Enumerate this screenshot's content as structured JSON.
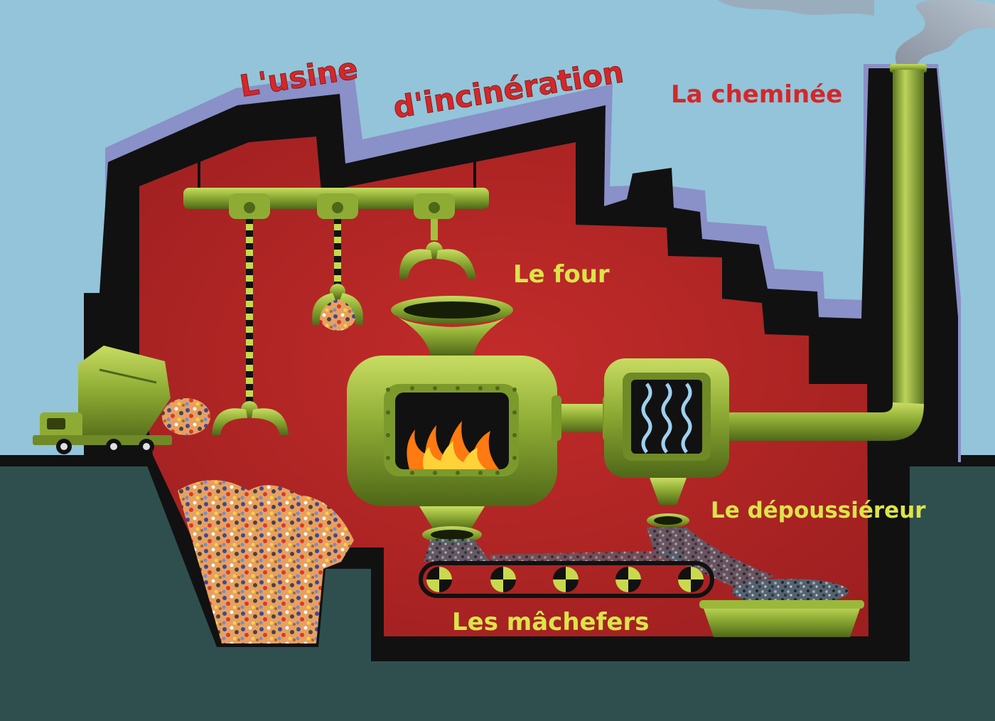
{
  "title": {
    "line1": "L'usine",
    "line2": "d'incinération"
  },
  "labels": {
    "chimney": "La cheminée",
    "furnace": "Le four",
    "dust_remover": "Le dépoussiéreur",
    "bottom_ash": "Les mâchefers"
  },
  "colors": {
    "sky": "#93c4d9",
    "ground": "#2f4f4f",
    "building_interior": "#b8282a",
    "building_outline": "#111111",
    "building_shadow": "#8a90c8",
    "machine_green": "#8aa832",
    "title_red": "#d3282a",
    "label_yellow": "#dce44a",
    "fire": "#ff7a10"
  },
  "icons": [
    "garbage-truck-icon",
    "crane-claw-icon",
    "furnace-icon",
    "flame-icon",
    "filter-icon",
    "conveyor-belt-icon",
    "chimney-icon",
    "smoke-icon",
    "ash-tray-icon"
  ]
}
